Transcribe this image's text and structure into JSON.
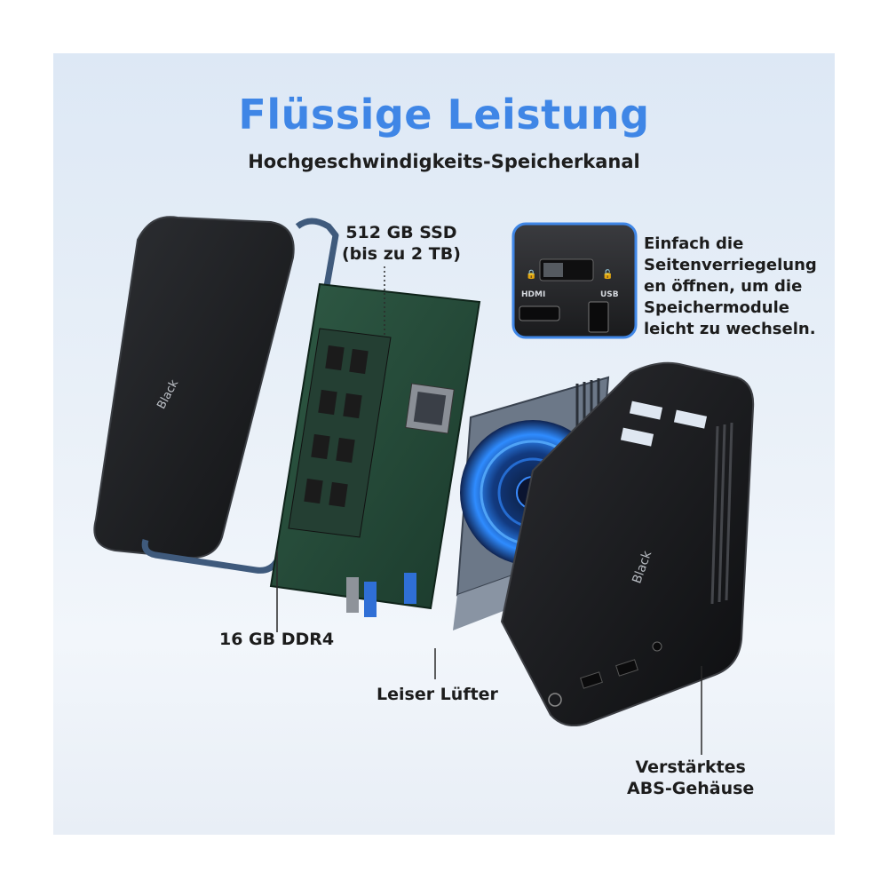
{
  "title": "Flüssige Leistung",
  "subtitle": "Hochgeschwindigkeits-Speicherkanal",
  "labels": {
    "ssd": [
      "512 GB SSD",
      "(bis zu 2 TB)"
    ],
    "ram": "16 GB DDR4",
    "fan": "Leiser Lüfter",
    "case": [
      "Verstärktes",
      "ABS-Gehäuse"
    ],
    "lock_hint": [
      "Einfach die",
      "Seitenverriegelung",
      "en öffnen, um die",
      "Speichermodule",
      "leicht zu wechseln."
    ]
  },
  "brand": {
    "lid_logo": "Black",
    "case_logo": "Black"
  },
  "inset_ports": {
    "left": "HDMI",
    "right": "USB"
  },
  "colors": {
    "title": "#3f86e6",
    "inset_border": "#3f86e6",
    "fan_glow": "#2f8cff"
  }
}
